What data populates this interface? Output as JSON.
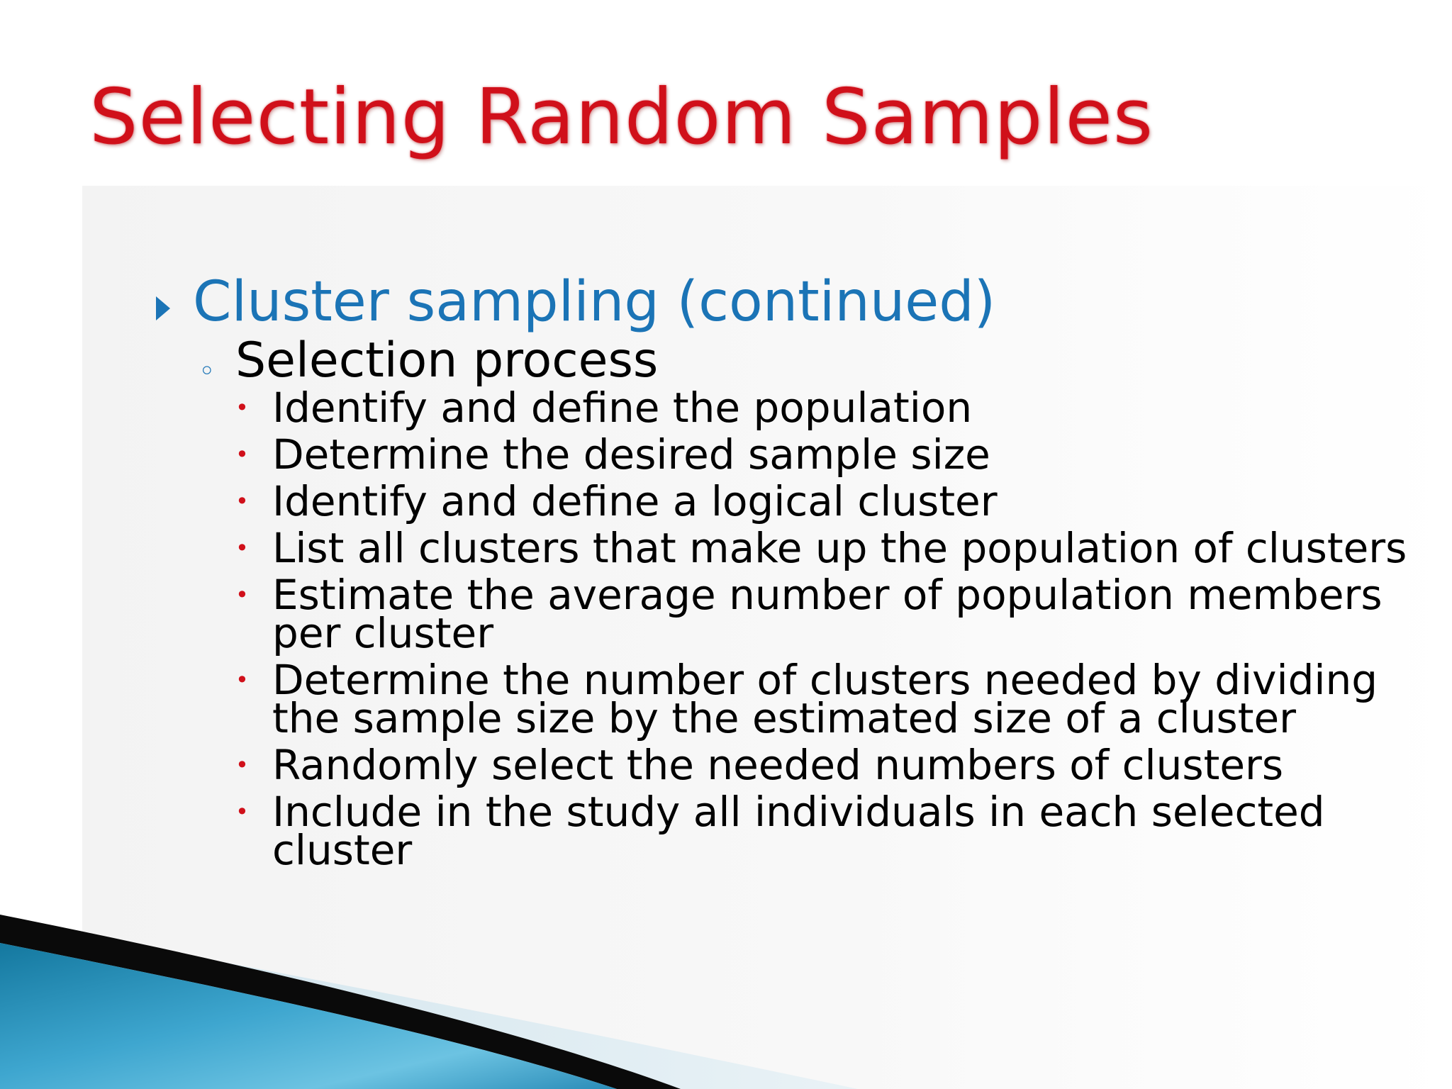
{
  "slide": {
    "title": "Selecting Random Samples",
    "level1": {
      "text": "Cluster sampling (continued)"
    },
    "level2": {
      "marker": "◦",
      "text": "Selection process"
    },
    "level3_bullet": "•",
    "level3_items": [
      "Identify and define the population",
      "Determine the desired sample size",
      "Identify and define a logical cluster",
      "List all clusters that make up the population of clusters",
      "Estimate the average number of population members per cluster",
      "Determine the number of clusters needed by dividing the sample size by the estimated size of a cluster",
      "Randomly select the needed numbers of clusters",
      "Include in the study all individuals in each selected cluster"
    ]
  },
  "colors": {
    "title": "#d0101a",
    "level1": "#1b74b6",
    "level3_bullet": "#d0101a",
    "body_text": "#000000",
    "swoosh_dark": "#0a0a0a",
    "swoosh_blue": "#1d83b4",
    "swoosh_light_blue": "#6cc3e2"
  }
}
